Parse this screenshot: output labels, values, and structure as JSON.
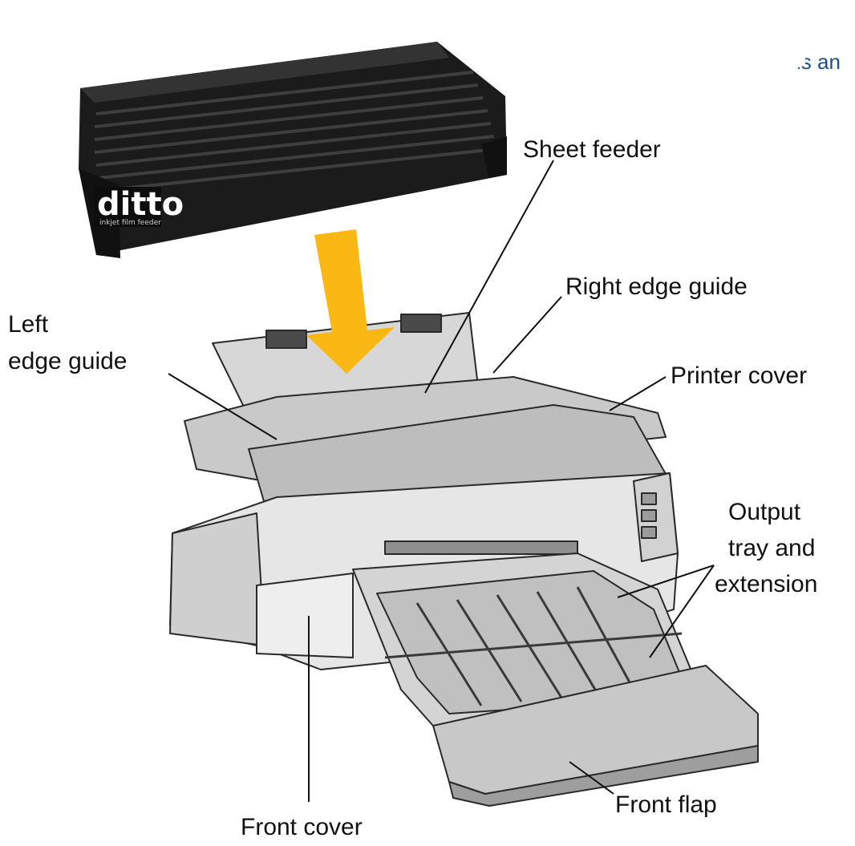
{
  "header_fragment": "is an",
  "accent_color": "#1f4e8c",
  "arrow_color": "#fbb814",
  "feeder_color": "#1b1b1b",
  "printer_color": "#d9d9d9",
  "feeder_logo": {
    "name": "ditto",
    "tagline": "inkjet film feeder"
  },
  "labels": {
    "sheet_feeder": "Sheet feeder",
    "right_edge_guide": "Right edge guide",
    "left_edge_guide_1": "Left",
    "left_edge_guide_2": "edge guide",
    "printer_cover": "Printer cover",
    "output_tray_1": "Output",
    "output_tray_2": "tray and",
    "output_tray_3": "extension",
    "front_flap": "Front flap",
    "front_cover": "Front cover"
  }
}
